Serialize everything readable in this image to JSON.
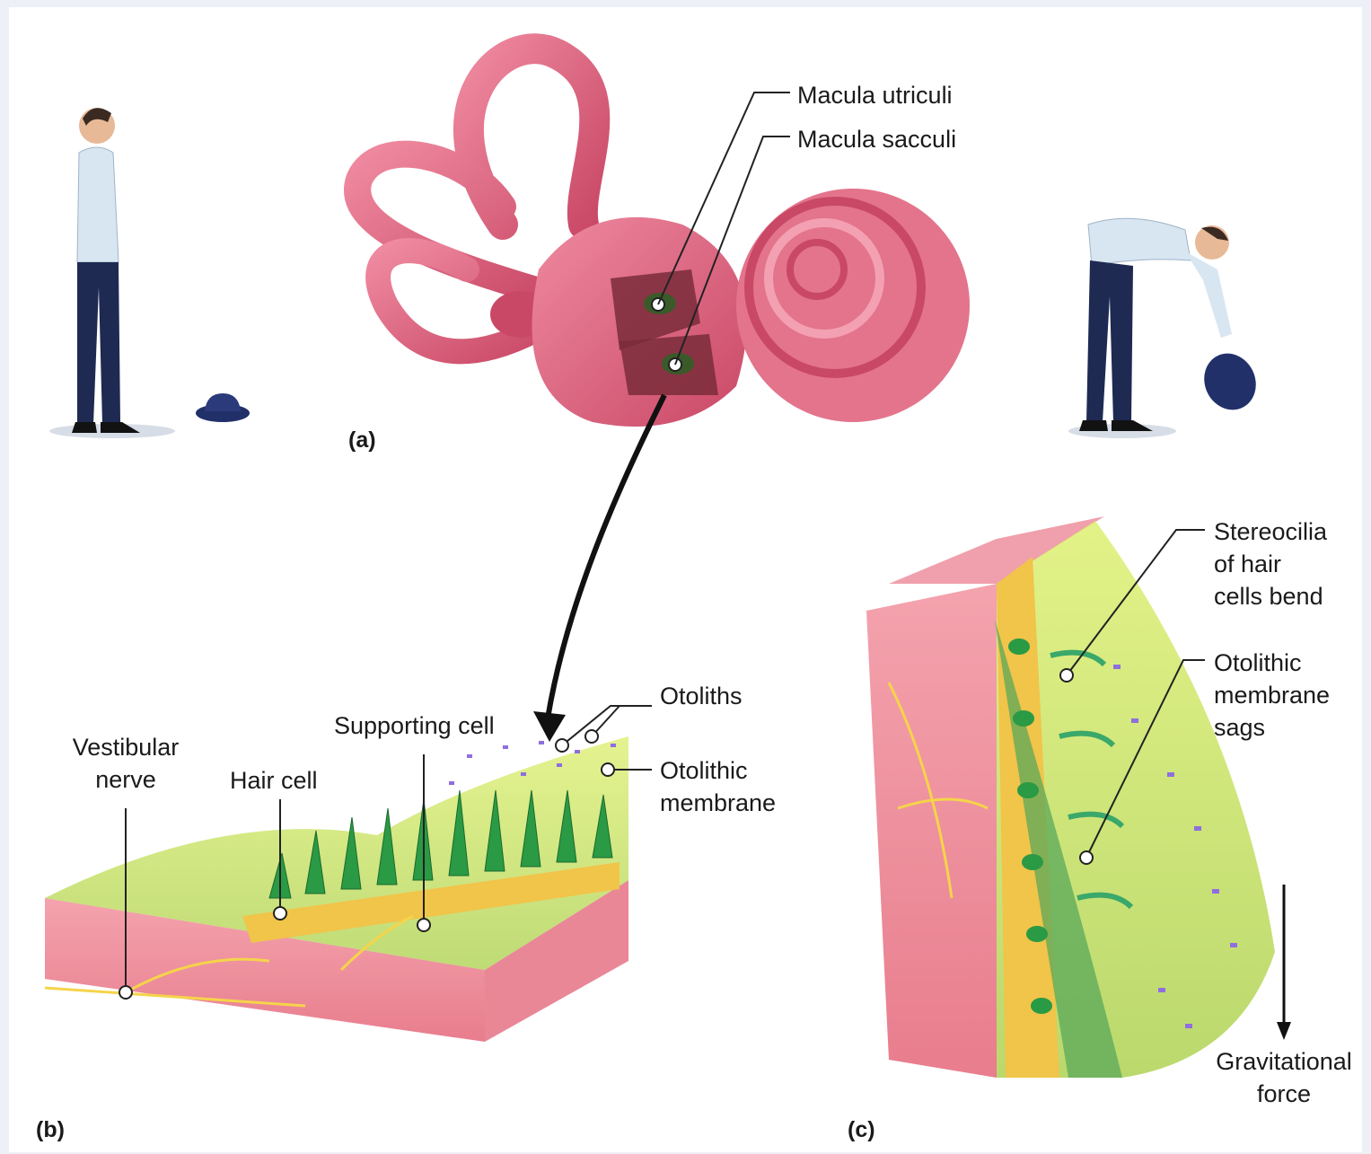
{
  "panels": {
    "a": "(a)",
    "b": "(b)",
    "c": "(c)"
  },
  "labels": {
    "macula_utriculi": "Macula utriculi",
    "macula_sacculi": "Macula sacculi",
    "otoliths": "Otoliths",
    "supporting_cell": "Supporting cell",
    "vestibular_nerve": {
      "line1": "Vestibular",
      "line2": "nerve"
    },
    "hair_cell": "Hair cell",
    "otolithic_membrane": {
      "line1": "Otolithic",
      "line2": "membrane"
    },
    "stereocilia": {
      "line1": "Stereocilia",
      "line2": "of hair",
      "line3": "cells bend"
    },
    "membrane_sags": {
      "line1": "Otolithic",
      "line2": "membrane",
      "line3": "sags"
    },
    "gravitational_force": {
      "line1": "Gravitational",
      "line2": "force"
    }
  },
  "colors": {
    "labyrinth": "#d95c7a",
    "tissue": "#f09aa6",
    "nerve": "#f5d44a",
    "membrane": "#c8e05a",
    "otolith": "#8f6ee0",
    "hair_cell": "#2aa84a"
  }
}
